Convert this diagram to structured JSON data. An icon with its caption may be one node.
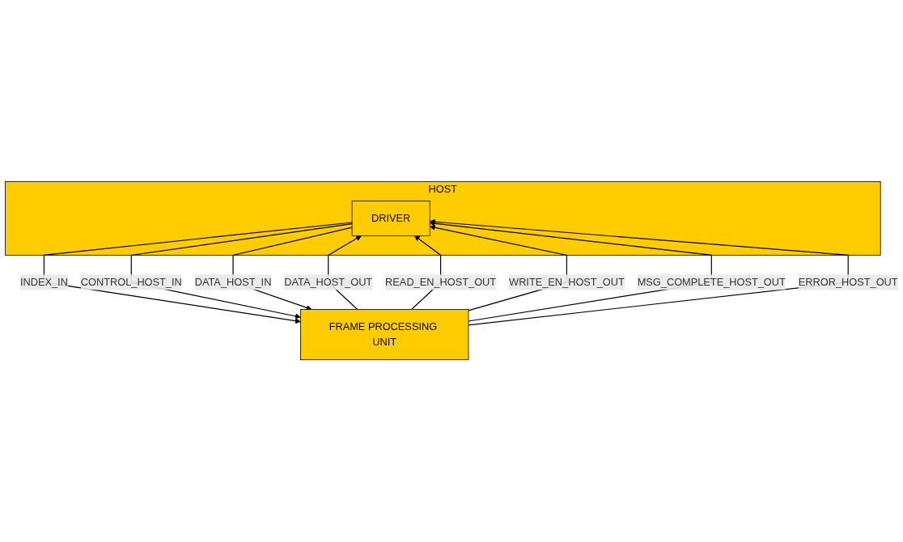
{
  "diagram": {
    "nodes": [
      {
        "text": [
          "HOST"
        ]
      },
      {
        "text": [
          "DRIVER"
        ],
        "in": 0
      },
      {
        "text": [
          "FRAME PROCESSING UNIT"
        ]
      }
    ],
    "edges": [
      {
        "from": 1,
        "to": 2,
        "arrow": "to",
        "label": "INDEX_IN"
      },
      {
        "from": 1,
        "to": 2,
        "arrow": "to",
        "label": "CONTROL_HOST_IN"
      },
      {
        "from": 1,
        "to": 2,
        "arrow": "to",
        "label": "DATA_HOST_IN"
      },
      {
        "from": 2,
        "to": 1,
        "arrow": "to",
        "label": "DATA_HOST_OUT"
      },
      {
        "from": 2,
        "to": 1,
        "arrow": "to",
        "label": "READ_EN_HOST_OUT"
      },
      {
        "from": 2,
        "to": 1,
        "arrow": "to",
        "label": "WRITE_EN_HOST_OUT"
      },
      {
        "from": 2,
        "to": 1,
        "arrow": "to",
        "label": "MSG_COMPLETE_HOST_OUT"
      },
      {
        "from": 2,
        "to": 1,
        "arrow": "to",
        "label": "ERROR_HOST_OUT"
      }
    ]
  }
}
